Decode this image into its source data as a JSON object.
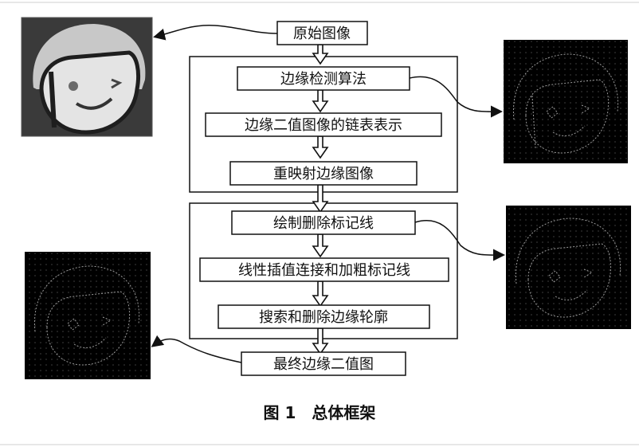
{
  "nodes": {
    "original_image": "原始图像",
    "edge_detection": "边缘检测算法",
    "chain_code": "边缘二值图像的链表表示",
    "remap": "重映射边缘图像",
    "draw_delete_lines": "绘制删除标记线",
    "interpolate_thicken": "线性插值连接和加粗标记线",
    "search_delete_contour": "搜索和删除边缘轮廓",
    "final_binary": "最终边缘二值图"
  },
  "caption": "图 1　总体框架"
}
